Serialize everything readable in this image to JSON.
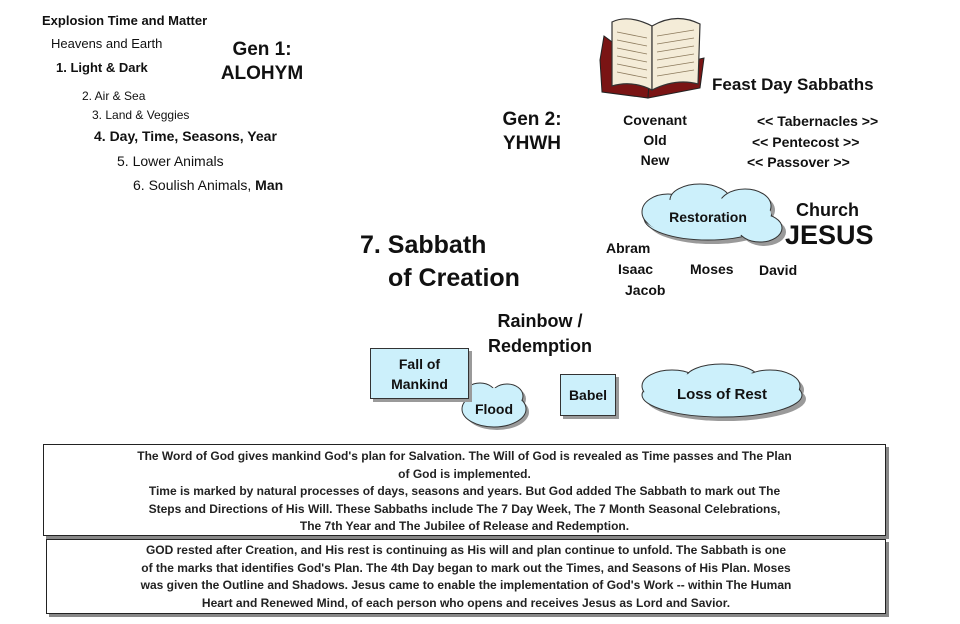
{
  "creation_list": {
    "title": "Explosion Time and Matter",
    "items": [
      "Heavens  and Earth",
      "1. Light & Dark",
      "2. Air & Sea",
      "3. Land & Veggies",
      "4. Day, Time, Seasons, Year",
      "5. Lower Animals",
      "6. Soulish Animals, ",
      "Man"
    ]
  },
  "gen1": {
    "line1": "Gen 1:",
    "line2": "ALOHYM"
  },
  "gen2": {
    "line1": "Gen 2:",
    "line2": "YHWH"
  },
  "feast": {
    "title": "Feast Day Sabbaths",
    "items": [
      "<< Tabernacles >>",
      "<< Pentecost >>",
      "<< Passover >>"
    ]
  },
  "covenant": [
    "Covenant",
    "Old",
    "New"
  ],
  "sabbath": {
    "line1": "7. Sabbath",
    "line2": "of Creation"
  },
  "restoration": "Restoration",
  "church": {
    "line1": "Church",
    "line2": "JESUS"
  },
  "patriarchs": [
    "Abram",
    "Isaac",
    "Jacob"
  ],
  "moses": "Moses",
  "david": "David",
  "rainbow": {
    "line1": "Rainbow /",
    "line2": "Redemption"
  },
  "fall": {
    "line1": "Fall of",
    "line2": "Mankind"
  },
  "flood": "Flood",
  "babel": "Babel",
  "loss_of_rest": "Loss of Rest",
  "colors": {
    "box_fill": "#ccf0fb",
    "cloud_fill": "#ccf0fb",
    "book_page": "#f4ecd8",
    "book_cover": "#8b1a1a"
  },
  "paragraph1": [
    "The Word of God gives mankind God's plan for Salvation. The Will of God is revealed as Time passes and The Plan",
    "of God is implemented.",
    "Time is marked by natural processes of days, seasons and years. But God added The Sabbath to mark out The",
    "Steps and Directions of His Will. These Sabbaths include The 7 Day Week, The 7 Month Seasonal Celebrations,",
    "The 7th Year and The Jubilee of Release and Redemption."
  ],
  "paragraph2": [
    "GOD rested after Creation, and His rest is continuing as His will and plan continue to unfold. The Sabbath is one",
    "of the marks that identifies God's Plan. The 4th Day began to mark out the Times, and Seasons of His Plan. Moses",
    "was given the Outline and Shadows. Jesus came to enable the implementation of God's Work -- within The Human",
    "Heart and Renewed Mind, of each person who opens and receives Jesus as Lord and Savior."
  ]
}
